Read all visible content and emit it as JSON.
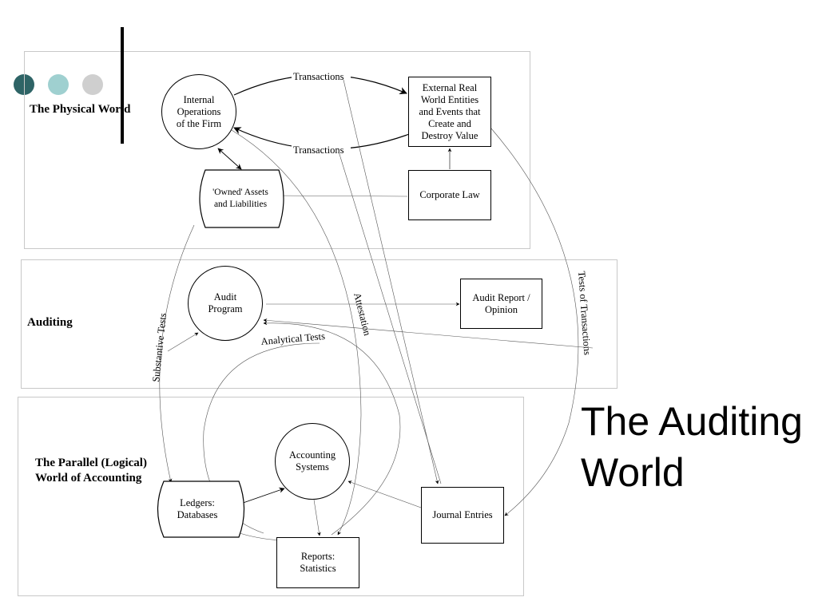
{
  "colors": {
    "dot1": "#2e6466",
    "dot2": "#9fd0d0",
    "dot3": "#cfcfcf",
    "panel_border": "#c8c8c8"
  },
  "title": "The Auditing\nWorld",
  "panels": {
    "physical": "The Physical World",
    "auditing": "Auditing",
    "logical": "The Parallel (Logical)\nWorld of Accounting"
  },
  "nodes": {
    "internal_ops": "Internal\nOperations\nof the Firm",
    "external": "External Real\nWorld Entities\nand Events that\nCreate and\nDestroy Value",
    "owned_assets": "'Owned' Assets\nand Liabilities",
    "corporate_law": "Corporate Law",
    "audit_program": "Audit\nProgram",
    "audit_report": "Audit Report /\nOpinion",
    "accounting_systems": "Accounting\nSystems",
    "ledgers": "Ledgers:\nDatabases",
    "journal_entries": "Journal Entries",
    "reports": "Reports:\nStatistics"
  },
  "edges": {
    "transactions_top": "Transactions",
    "transactions_bottom": "Transactions",
    "attestation": "Attestation",
    "analytical_tests": "Analytical Tests",
    "substantive_tests": "Substantive Tests",
    "tests_of_transactions": "Tests of Transactions"
  }
}
